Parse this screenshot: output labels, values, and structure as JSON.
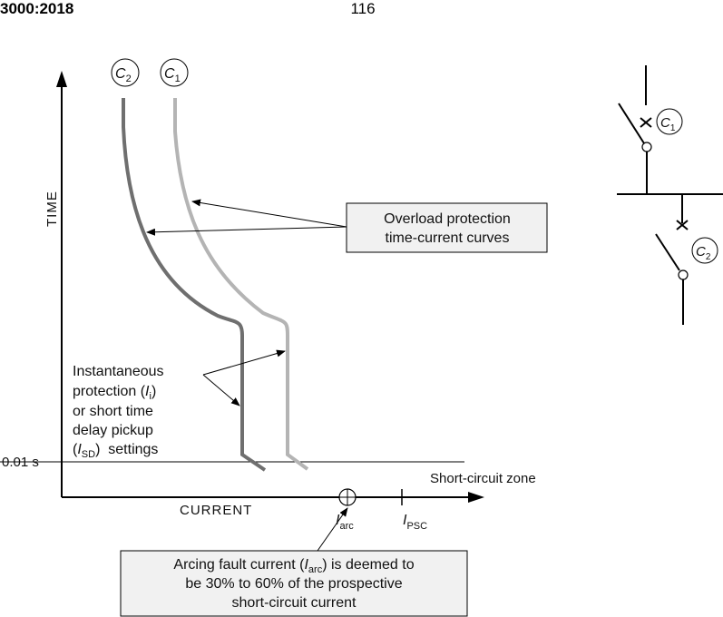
{
  "header": {
    "standard": "3000:2018",
    "page_number": "116"
  },
  "graph": {
    "y_axis_label": "TIME",
    "x_axis_label": "CURRENT",
    "time_marker": "0.01 s",
    "zone_label": "Short-circuit zone",
    "curve_c2_label": "C",
    "curve_c2_sub": "2",
    "curve_c1_label": "C",
    "curve_c1_sub": "1",
    "i_arc": {
      "main": "I",
      "sub": "arc"
    },
    "i_psc": {
      "main": "I",
      "sub": "PSC"
    }
  },
  "callouts": {
    "overload": [
      "Overload protection",
      "time-current curves"
    ],
    "instantaneous": {
      "line1": "Instantaneous",
      "line2_pre": "protection (",
      "line2_i": "I",
      "line2_sub": "i",
      "line2_post": ")",
      "line3": "or short time",
      "line4": "delay pickup",
      "line5_pre": "(",
      "line5_i": "I",
      "line5_sub": "SD",
      "line5_post": ")  settings"
    },
    "arcing": {
      "line1_pre": "Arcing fault current (",
      "line1_i": "I",
      "line1_sub": "arc",
      "line1_post": ") is deemed to",
      "line2": "be 30% to 60% of the prospective",
      "line3": "short-circuit current"
    }
  },
  "breaker_diagram": {
    "upper_label": "C",
    "upper_sub": "1",
    "lower_label": "C",
    "lower_sub": "2"
  },
  "colors": {
    "curve_c2": "#6f6f6f",
    "curve_c1": "#b4b4b4",
    "box_fill": "#f1f1f1",
    "line": "#000000"
  }
}
